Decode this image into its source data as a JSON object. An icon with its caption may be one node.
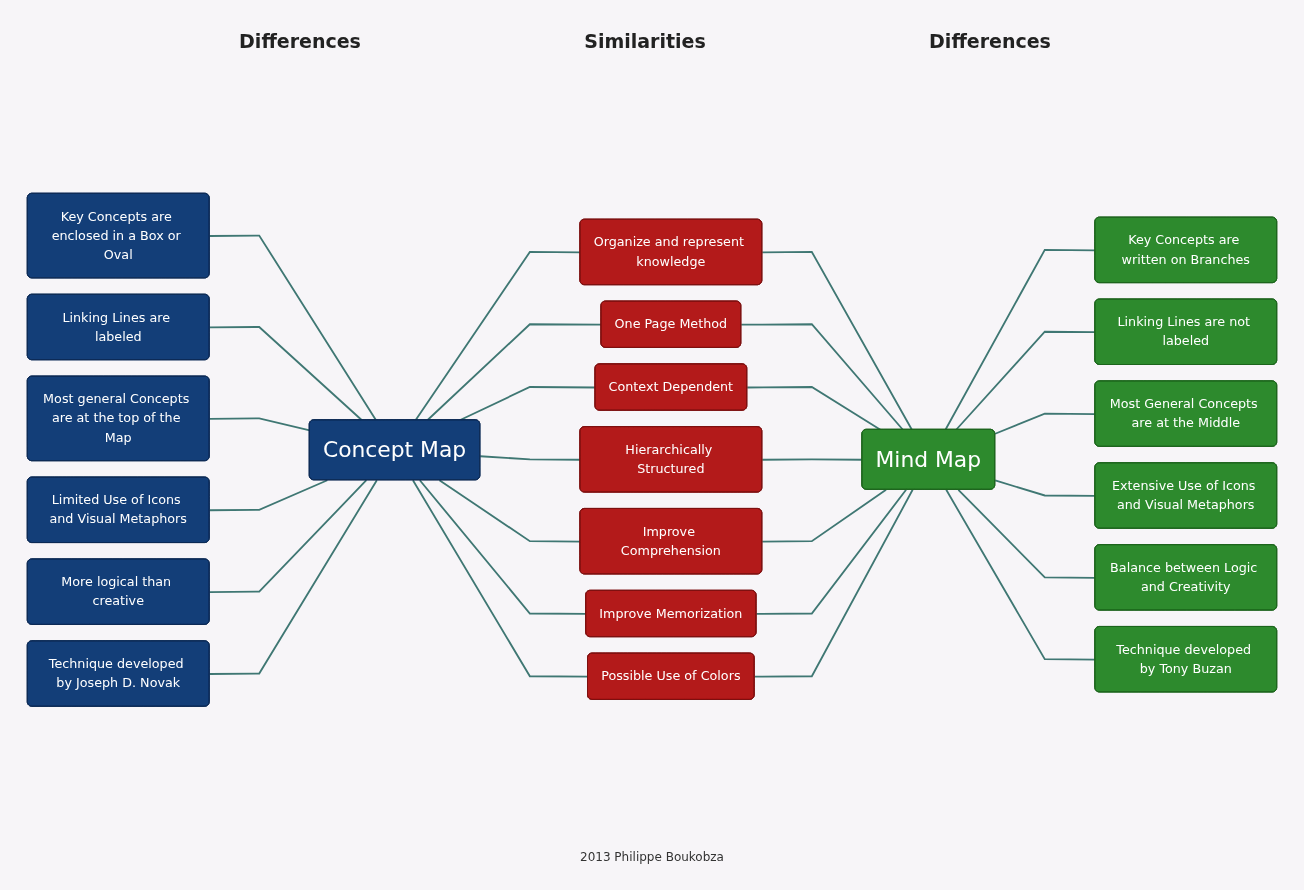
{
  "diagram": {
    "caption": "2013 Philippe Boukobza",
    "labels": [
      "Differences",
      "Similarities",
      "Differences"
    ],
    "nodes": [
      {
        "text": [
          "Concept Map"
        ]
      },
      {
        "text": [
          "Key Concepts are enclosed in a Box or Oval"
        ]
      },
      {
        "text": [
          "Linking Lines are labeled"
        ]
      },
      {
        "text": [
          "Most general Concepts are at the top of the Map"
        ]
      },
      {
        "text": [
          "Limited Use of Icons and Visual Metaphors"
        ]
      },
      {
        "text": [
          "More logical than creative"
        ]
      },
      {
        "text": [
          "Technique developed by Joseph D. Novak"
        ]
      },
      {
        "text": [
          "Organize and represent knowledge"
        ]
      },
      {
        "text": [
          "One Page Method"
        ]
      },
      {
        "text": [
          "Context Dependent"
        ]
      },
      {
        "text": [
          "Hierarchically Structured"
        ]
      },
      {
        "text": [
          "Improve Comprehension"
        ]
      },
      {
        "text": [
          "Improve Memorization"
        ]
      },
      {
        "text": [
          "Possible Use of Colors"
        ]
      },
      {
        "text": [
          "Mind Map"
        ]
      },
      {
        "text": [
          "Key Concepts are written on Branches"
        ]
      },
      {
        "text": [
          "Linking Lines are not labeled"
        ]
      },
      {
        "text": [
          "Most General Concepts are at the Middle"
        ]
      },
      {
        "text": [
          "Extensive Use of Icons and Visual Metaphors"
        ]
      },
      {
        "text": [
          "Balance between Logic and Creativity"
        ]
      },
      {
        "text": [
          "Technique developed by Tony Buzan"
        ]
      }
    ],
    "edges": [
      {
        "from": 1,
        "to": 0,
        "arrow": "none"
      },
      {
        "from": 2,
        "to": 0,
        "arrow": "none"
      },
      {
        "from": 3,
        "to": 0,
        "arrow": "none"
      },
      {
        "from": 4,
        "to": 0,
        "arrow": "none"
      },
      {
        "from": 5,
        "to": 0,
        "arrow": "none"
      },
      {
        "from": 6,
        "to": 0,
        "arrow": "none"
      },
      {
        "from": 0,
        "to": 7,
        "arrow": "none"
      },
      {
        "from": 0,
        "to": 8,
        "arrow": "none"
      },
      {
        "from": 0,
        "to": 9,
        "arrow": "none"
      },
      {
        "from": 0,
        "to": 10,
        "arrow": "none"
      },
      {
        "from": 0,
        "to": 11,
        "arrow": "none"
      },
      {
        "from": 0,
        "to": 12,
        "arrow": "none"
      },
      {
        "from": 0,
        "to": 13,
        "arrow": "none"
      },
      {
        "from": 7,
        "to": 14,
        "arrow": "none"
      },
      {
        "from": 8,
        "to": 14,
        "arrow": "none"
      },
      {
        "from": 9,
        "to": 14,
        "arrow": "none"
      },
      {
        "from": 10,
        "to": 14,
        "arrow": "none"
      },
      {
        "from": 11,
        "to": 14,
        "arrow": "none"
      },
      {
        "from": 12,
        "to": 14,
        "arrow": "none"
      },
      {
        "from": 13,
        "to": 14,
        "arrow": "none"
      },
      {
        "from": 14,
        "to": 15,
        "arrow": "none"
      },
      {
        "from": 14,
        "to": 16,
        "arrow": "none"
      },
      {
        "from": 14,
        "to": 17,
        "arrow": "none"
      },
      {
        "from": 14,
        "to": 18,
        "arrow": "none"
      },
      {
        "from": 14,
        "to": 19,
        "arrow": "none"
      },
      {
        "from": 14,
        "to": 20,
        "arrow": "none"
      }
    ]
  }
}
